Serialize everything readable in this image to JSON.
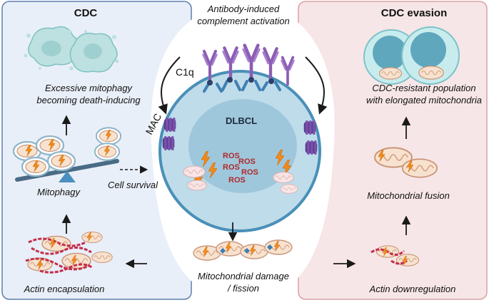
{
  "left_panel": {
    "title": "CDC",
    "death_label_line1": "Excessive mitophagy",
    "death_label_line2": "becoming death-inducing",
    "mitophagy_label": "Mitophagy",
    "cell_survival_label": "Cell survival",
    "actin_encapsulation_label": "Actin encapsulation"
  },
  "right_panel": {
    "title": "CDC evasion",
    "resistant_line1": "CDC-resistant population",
    "resistant_line2": "with elongated mitochondria",
    "fusion_label": "Mitochondrial fusion",
    "actin_down_label": "Actin downregulation"
  },
  "center": {
    "activation_line1": "Antibody-induced",
    "activation_line2": "complement activation",
    "c1q_label": "C1q",
    "mac_label": "MAC",
    "cell_label": "DLBCL",
    "ros_labels": [
      "ROS",
      "ROS",
      "ROS",
      "ROS",
      "ROS"
    ],
    "damage_line1": "Mitochondrial damage",
    "damage_line2": "/ fission"
  },
  "colors": {
    "left_panel_bg": "#e9eff8",
    "left_panel_border": "#5d7fb0",
    "right_panel_bg": "#f7e6e7",
    "right_panel_border": "#d9a0a4",
    "cell_fill": "#bfdcea",
    "cell_border": "#4a90b8",
    "nucleus_fill": "#9fc7dc",
    "antibody": "#8b5fb3",
    "mac": "#5e3c8e",
    "ros_text": "#b02a2a",
    "lightning": "#f08a1c",
    "actin": "#c42d4a",
    "mito_fill": "#f7e2cf",
    "mito_border": "#c9957a"
  }
}
